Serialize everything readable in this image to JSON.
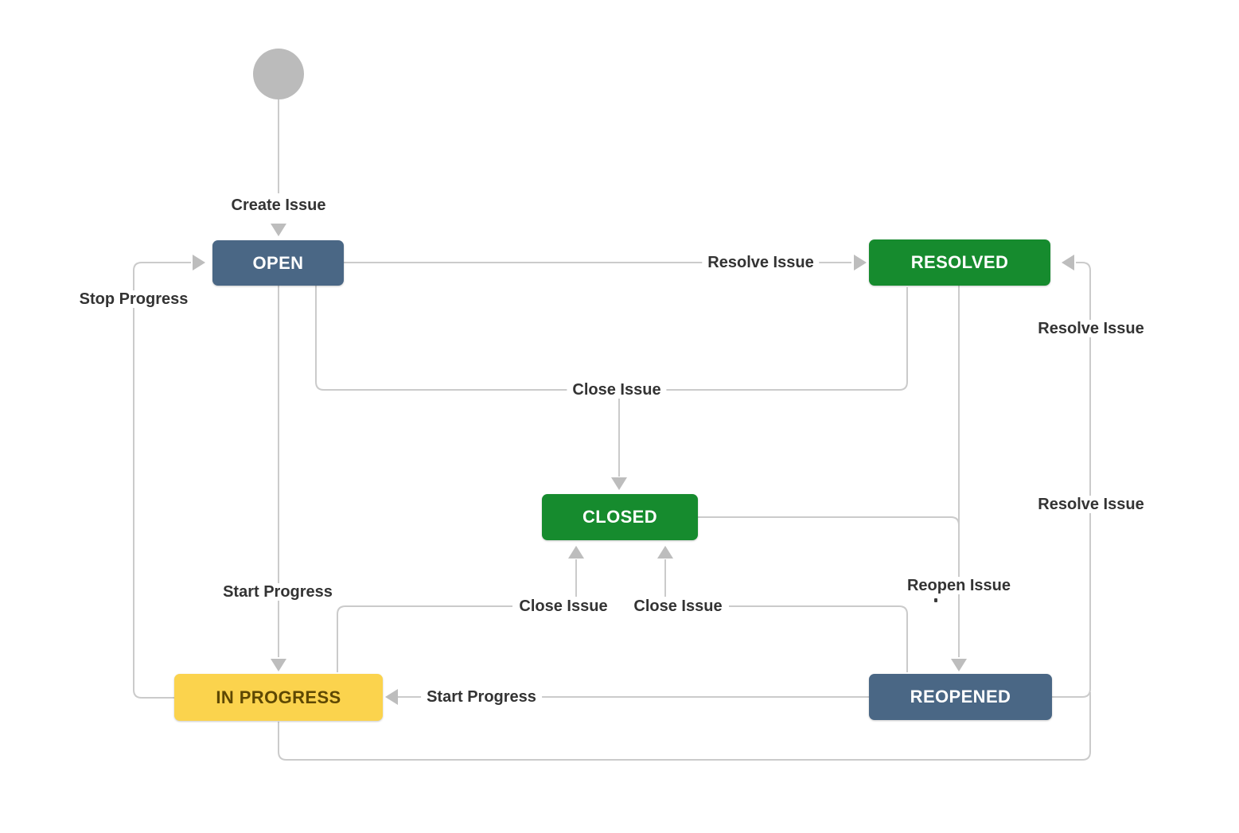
{
  "diagram": {
    "type": "workflow-state-diagram",
    "nodes": {
      "start": {
        "shape": "circle",
        "color": "#BBBBBB"
      },
      "open": {
        "label": "OPEN",
        "bg": "#4A6785",
        "text_color": "#FFFFFF"
      },
      "resolved": {
        "label": "RESOLVED",
        "bg": "#168B2E",
        "text_color": "#FFFFFF"
      },
      "closed": {
        "label": "CLOSED",
        "bg": "#168B2E",
        "text_color": "#FFFFFF"
      },
      "in_progress": {
        "label": "IN PROGRESS",
        "bg": "#FBD34D",
        "text_color": "#5E4803"
      },
      "reopened": {
        "label": "REOPENED",
        "bg": "#4A6785",
        "text_color": "#FFFFFF"
      }
    },
    "transitions": {
      "create_issue": "Create Issue",
      "stop_progress": "Stop Progress",
      "resolve_issue_open_to_resolved": "Resolve Issue",
      "close_issue_to_closed_top": "Close Issue",
      "start_progress_open_to_in_progress": "Start Progress",
      "close_issue_from_in_progress": "Close Issue",
      "close_issue_from_reopened": "Close Issue",
      "reopen_issue": "Reopen Issue",
      "resolve_issue_right_upper": "Resolve Issue",
      "resolve_issue_right_lower": "Resolve Issue",
      "start_progress_reopened_to_in_progress": "Start Progress"
    },
    "colors": {
      "line": "#CBCBCB",
      "arrowhead": "#BDBDBD",
      "label_text": "#333333",
      "canvas_bg": "#FFFFFF"
    }
  }
}
